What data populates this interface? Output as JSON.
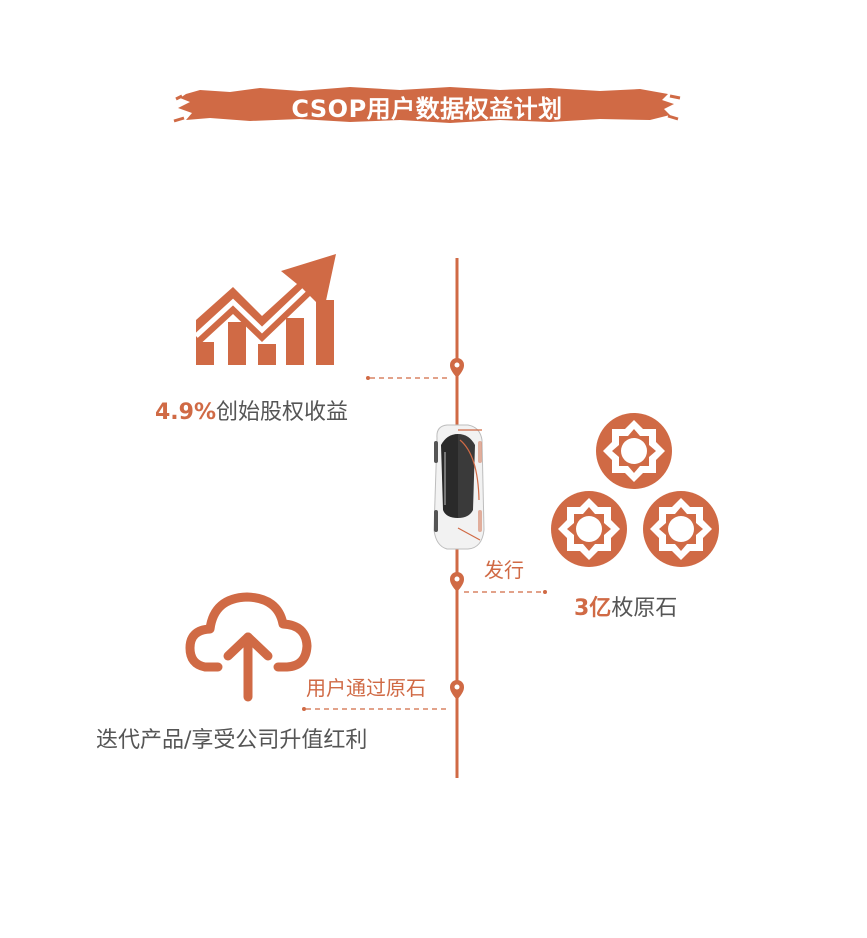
{
  "title": "CSOP用户数据权益计划",
  "equity": {
    "value": "4.9%",
    "text": "创始股权收益"
  },
  "stones": {
    "value": "3亿",
    "text": "枚原石"
  },
  "issue_label": "发行",
  "via_label": "用户通过原石",
  "bottom_text": "迭代产品/享受公司升值红利",
  "icons": [
    "growth-chart-icon",
    "car-icon",
    "gem-stones-icon",
    "cloud-upload-icon",
    "location-pin-icon"
  ],
  "colors": {
    "accent": "#d06a45",
    "text": "#555555",
    "background": "#ffffff"
  }
}
